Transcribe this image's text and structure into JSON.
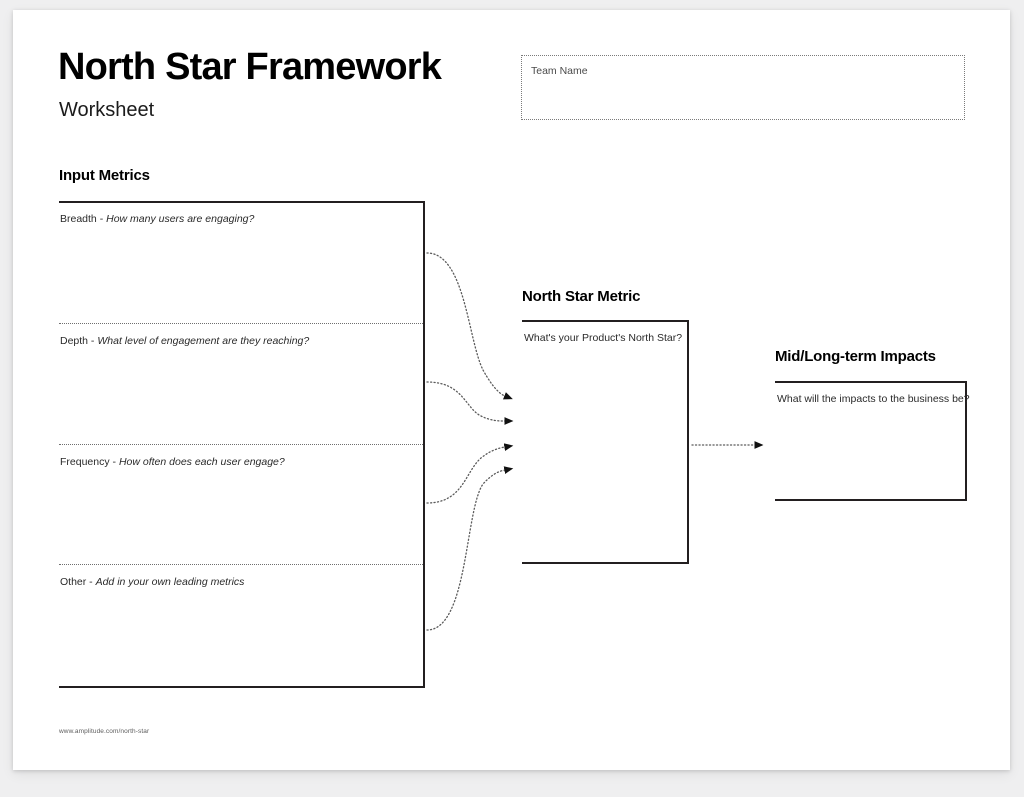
{
  "header": {
    "title": "North Star Framework",
    "subtitle": "Worksheet"
  },
  "team_name_field": {
    "label": "Team Name",
    "value": ""
  },
  "sections": {
    "input_metrics": {
      "heading": "Input Metrics",
      "rows": [
        {
          "label": "Breadth - ",
          "prompt": "How many users are engaging?",
          "value": ""
        },
        {
          "label": "Depth - ",
          "prompt": "What level of engagement are they reaching?",
          "value": ""
        },
        {
          "label": "Frequency - ",
          "prompt": "How often does each user engage?",
          "value": ""
        },
        {
          "label": "Other - ",
          "prompt": "Add in your own leading metrics",
          "value": ""
        }
      ]
    },
    "north_star_metric": {
      "heading": "North Star Metric",
      "prompt": "What's your Product's North Star?",
      "value": ""
    },
    "mid_long_term_impacts": {
      "heading": "Mid/Long-term Impacts",
      "prompt": "What will the impacts to the business be?",
      "value": ""
    }
  },
  "footer": {
    "url": "www.amplitude.com/north-star"
  },
  "colors": {
    "page_background": "#efeff0",
    "sheet_background": "#ffffff",
    "ink": "#231f20",
    "muted_text": "#4a4a4a",
    "dotted_rule": "#6f6f6f"
  }
}
